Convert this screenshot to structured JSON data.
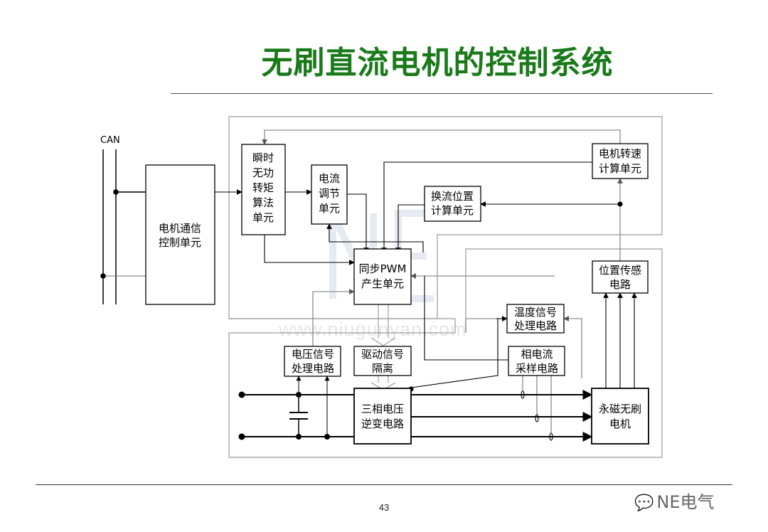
{
  "title": "无刷直流电机的控制系统",
  "page_number": "43",
  "watermark": {
    "site": "www.niugunyan.com",
    "brand": "NE电气",
    "center_mark": "NE"
  },
  "diagram": {
    "can_label": "CAN",
    "blocks": {
      "comm": [
        "电机通信",
        "控制单元"
      ],
      "reactive": [
        "瞬时",
        "无功",
        "转矩",
        "算法",
        "单元"
      ],
      "current_reg": [
        "电流",
        "调节",
        "单元"
      ],
      "commutation": [
        "换流位置",
        "计算单元"
      ],
      "speed_calc": [
        "电机转速",
        "计算单元"
      ],
      "pwm": [
        "同步PWM",
        "产生单元"
      ],
      "position_sensor": [
        "位置传感",
        "电路"
      ],
      "temperature": [
        "温度信号",
        "处理电路"
      ],
      "voltage_signal": [
        "电压信号",
        "处理电路"
      ],
      "drive_isolation": [
        "驱动信号",
        "隔离"
      ],
      "phase_current": [
        "相电流",
        "采样电路"
      ],
      "inverter": [
        "三相电压",
        "逆变电路"
      ],
      "motor": [
        "永磁无刷",
        "电机"
      ]
    }
  },
  "colors": {
    "title": "#1a7a1a",
    "line": "#000000",
    "frame": "#9a9a9a",
    "signal_gray": "#8c8c8c"
  }
}
